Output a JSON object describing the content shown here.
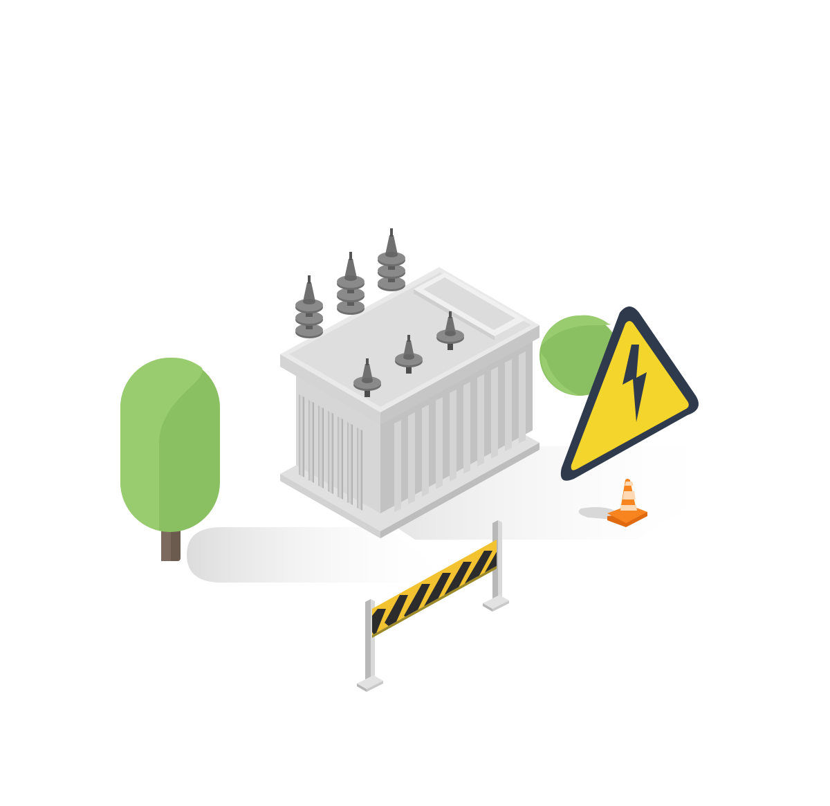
{
  "scene": {
    "background": "#ffffff",
    "subject": "isometric-electrical-transformer",
    "elements": [
      "transformer",
      "tree",
      "bush",
      "warning-sign",
      "traffic-cone",
      "striped-barrier"
    ]
  },
  "colors": {
    "tree_light": "#97cc6e",
    "tree_dark": "#84b85d",
    "trunk": "#6b5a4e",
    "metal_light": "#e4e4e4",
    "metal_mid": "#c9c9c9",
    "metal_dark": "#9a9a9a",
    "insulator": "#6e6e6e",
    "sign_yellow": "#f4d52c",
    "sign_border": "#2f3b4c",
    "cone_orange": "#f7841f",
    "barrier_yellow": "#f2c230",
    "barrier_black": "#2c2c2c",
    "shadow": "#e8e8e8"
  },
  "icons": [
    "lightning-bolt-icon",
    "high-voltage-warning-icon"
  ]
}
